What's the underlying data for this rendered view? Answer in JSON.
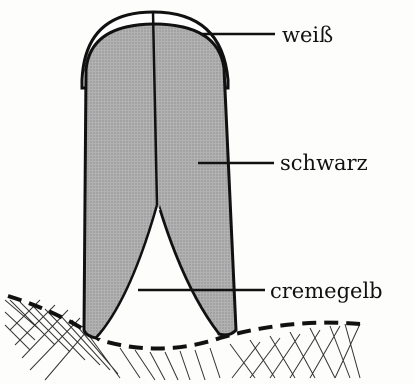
{
  "diagram": {
    "labels": {
      "top": "weiß",
      "middle": "schwarz",
      "bottom": "cremegelb"
    },
    "colors": {
      "outline": "#111111",
      "fill": "#a8a8a8",
      "background": "#fdfdfb"
    }
  }
}
